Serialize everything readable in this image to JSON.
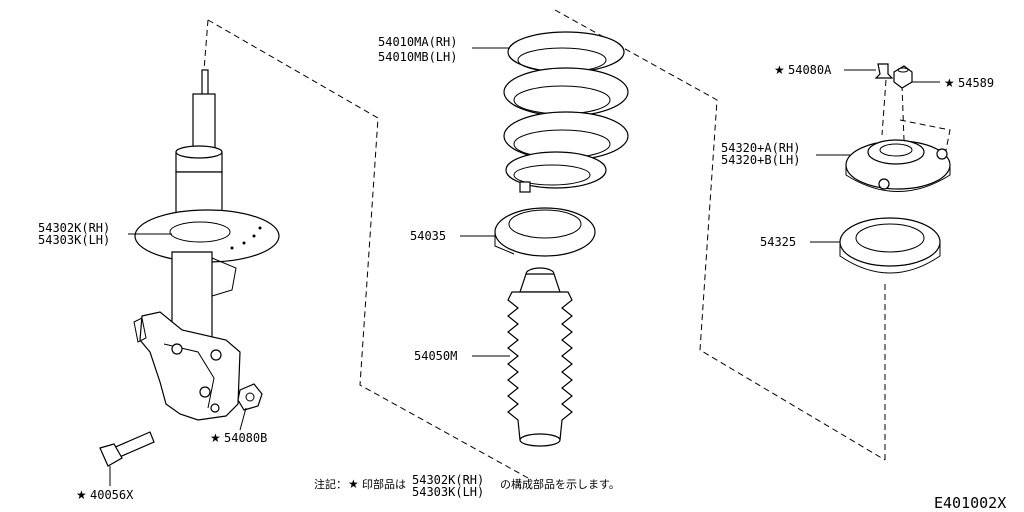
{
  "callouts": {
    "strut_rh": "54302K(RH)",
    "strut_lh": "54303K(LH)",
    "spring_rh": "54010MA(RH)",
    "spring_lh": "54010MB(LH)",
    "seat": "54035",
    "bound_bumper": "54050M",
    "bolt_small": "54080A",
    "nut": "54589",
    "mount_rh": "54320+A(RH)",
    "mount_lh": "54320+B(LH)",
    "bearing": "54325",
    "nut_strut": "54080B",
    "bolt": "40056X"
  },
  "star_glyph": "★",
  "note": {
    "prefix": "注記：",
    "mid": "印部品は",
    "part_rh": "54302K(RH)",
    "part_lh": "54303K(LH)",
    "suffix": "の構成部品を示します。"
  },
  "figure_id": "E401002X"
}
